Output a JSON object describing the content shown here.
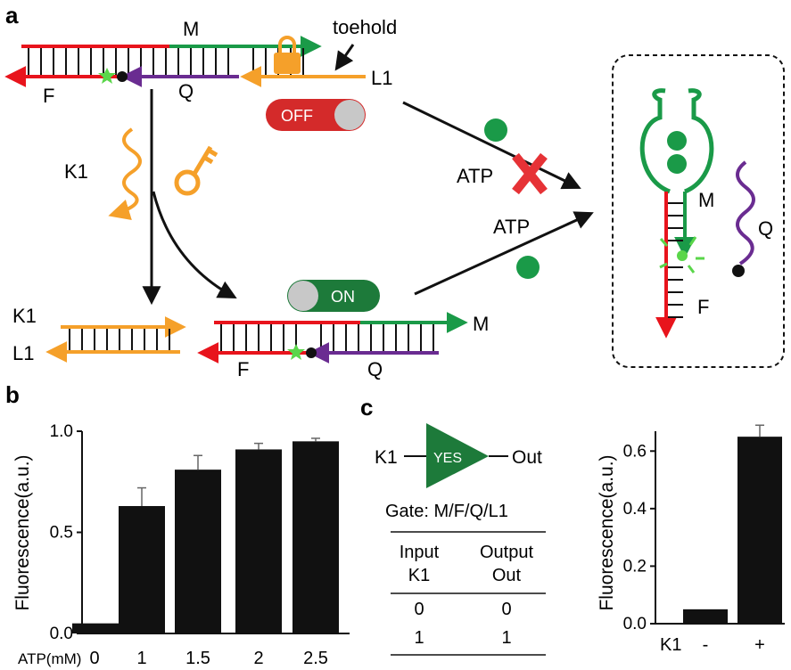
{
  "panel_a": {
    "label": "a",
    "strand_M": "M",
    "strand_F": "F",
    "strand_Q": "Q",
    "strand_L1": "L1",
    "strand_K1": "K1",
    "toehold": "toehold",
    "switch_off": "OFF",
    "switch_on": "ON",
    "atp_blocked": "ATP",
    "atp_active": "ATP",
    "product_M": "M",
    "product_Q": "Q",
    "product_F": "F",
    "duplex_K1": "K1",
    "duplex_L1": "L1",
    "bottom_M": "M",
    "bottom_F": "F",
    "bottom_Q": "Q"
  },
  "panel_b": {
    "label": "b",
    "ylabel": "Fluorescence(a.u.)",
    "xlabel": "ATP(mM)",
    "y_ticks": [
      "0.0",
      "0.5",
      "1.0"
    ]
  },
  "panel_c": {
    "label": "c",
    "gate_input": "K1",
    "gate_name": "YES",
    "gate_output": "Out",
    "gate_caption": "Gate: M/F/Q/L1",
    "table_header_col1_line1": "Input",
    "table_header_col1_line2": "K1",
    "table_header_col2_line1": "Output",
    "table_header_col2_line2": "Out",
    "table_rows": [
      [
        "0",
        "0"
      ],
      [
        "1",
        "1"
      ]
    ],
    "chart_ylabel": "Fluorescence(a.u.)",
    "chart_xlabel": "K1",
    "y_ticks": [
      "0.0",
      "0.2",
      "0.4",
      "0.6"
    ]
  },
  "colors": {
    "red": "#e8141c",
    "green": "#1a9a48",
    "purple": "#6a2c91",
    "orange": "#f5a02a",
    "bright_green": "#5ad64a"
  },
  "chart_data": [
    {
      "type": "bar",
      "categories": [
        "0",
        "1",
        "1.5",
        "2",
        "2.5"
      ],
      "values": [
        0.05,
        0.63,
        0.81,
        0.91,
        0.95
      ],
      "errors": [
        0.0,
        0.09,
        0.07,
        0.03,
        0.015
      ],
      "xlabel": "ATP(mM)",
      "ylabel": "Fluorescence(a.u.)",
      "ylim": [
        0,
        1.0
      ]
    },
    {
      "type": "bar",
      "categories": [
        "-",
        "+"
      ],
      "values": [
        0.05,
        0.65
      ],
      "errors": [
        0.0,
        0.04
      ],
      "xlabel": "K1",
      "ylabel": "Fluorescence(a.u.)",
      "ylim": [
        0,
        0.7
      ]
    }
  ]
}
